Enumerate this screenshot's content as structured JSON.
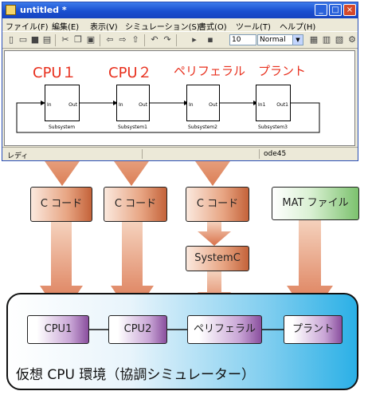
{
  "window": {
    "title": "untitled *",
    "menu": [
      "ファイル(F)",
      "編集(E)",
      "表示(V)",
      "シミュレーション(S)",
      "書式(O)",
      "ツール(T)",
      "ヘルプ(H)"
    ],
    "stop_time": "10",
    "sim_mode": "Normal",
    "status_left": "レディ",
    "status_right": "ode45"
  },
  "model_labels": [
    "CPU１",
    "CPU２",
    "ペリフェラル",
    "プラント"
  ],
  "subsystems": [
    {
      "name": "Subsystem",
      "in": "In",
      "out": "Out"
    },
    {
      "name": "Subsystem1",
      "in": "In",
      "out": "Out"
    },
    {
      "name": "Subsystem2",
      "in": "In",
      "out": "Out"
    },
    {
      "name": "Subsystem3",
      "in": "In1",
      "out": "Out1"
    }
  ],
  "code_boxes": [
    "C コード",
    "C コード",
    "C コード"
  ],
  "mat_box": "MAT ファイル",
  "systemc_box": "SystemC",
  "env_boxes": [
    "CPU1",
    "CPU2",
    "ペリフェラル",
    "プラント"
  ],
  "env_label": "仮想 CPU 環境（協調シミュレーター）",
  "colors": {
    "accent_red": "#e8301e",
    "arrow": "#dc8a63",
    "code_box": "#c4633a",
    "env_blue": "#2bb0e6",
    "purple": "#8a4f9e"
  }
}
